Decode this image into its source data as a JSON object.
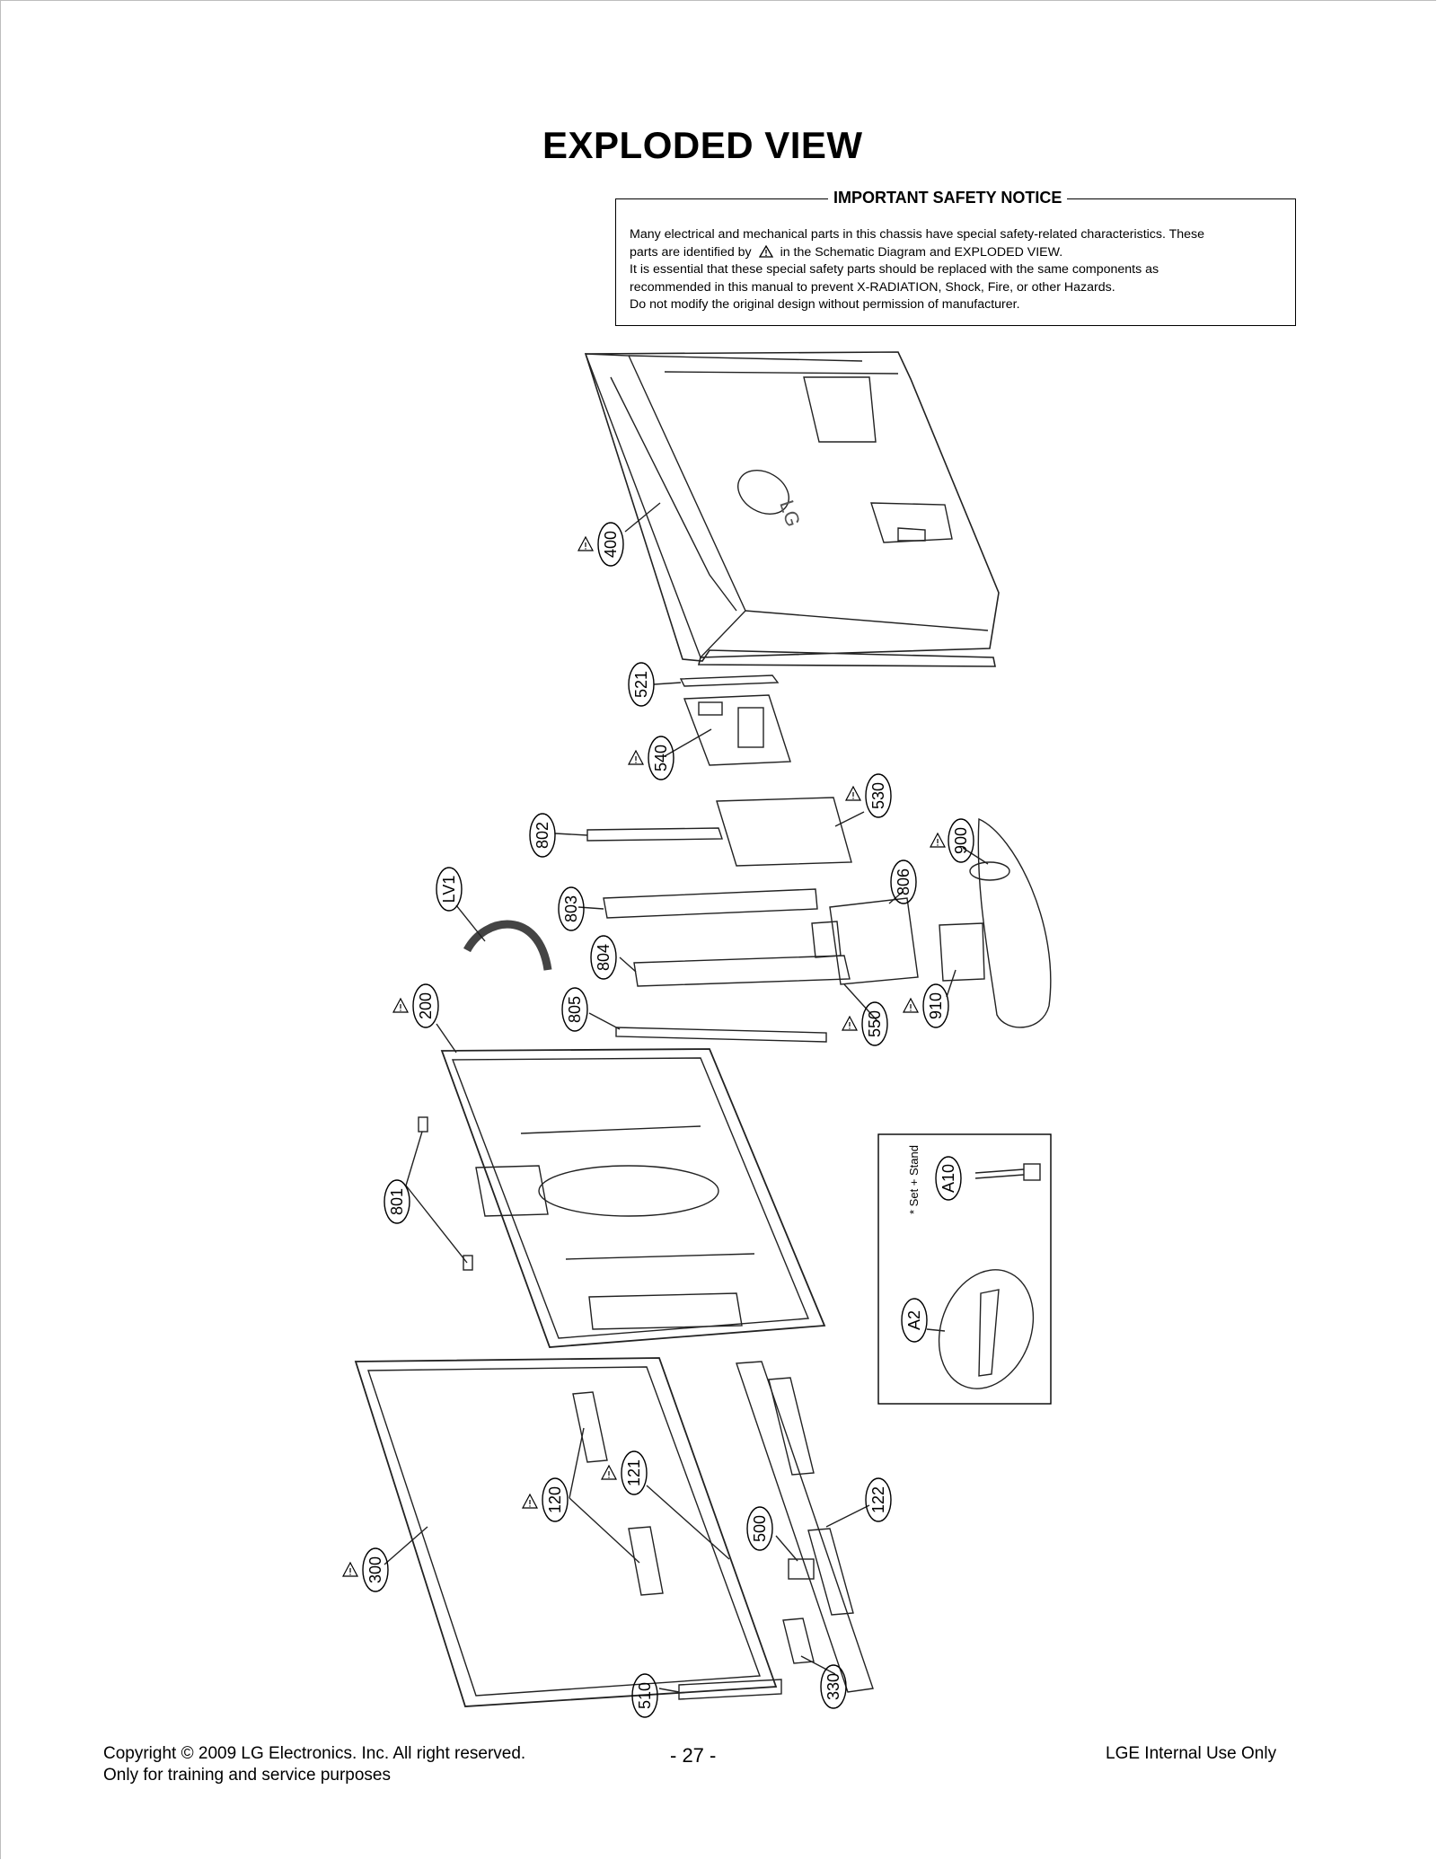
{
  "page": {
    "title": "EXPLODED VIEW",
    "page_number": "- 27 -"
  },
  "safety_notice": {
    "heading": "IMPORTANT SAFETY NOTICE",
    "line1": "Many electrical and mechanical parts in this chassis have special safety-related characteristics. These",
    "line2a": "parts are identified by",
    "line2b": "in the Schematic Diagram and EXPLODED VIEW.",
    "line3": "It is essential that these special safety parts should be replaced with the same components as",
    "line4": "recommended in this manual to prevent X-RADIATION, Shock, Fire, or other Hazards.",
    "line5": "Do not modify the original design without permission of manufacturer."
  },
  "callouts": {
    "c400": "400",
    "c521": "521",
    "c540": "540",
    "c530": "530",
    "c802": "802",
    "c900": "900",
    "c806": "806",
    "c803": "803",
    "cLV1": "LV1",
    "c804": "804",
    "c910": "910",
    "c550": "550",
    "c805": "805",
    "c200": "200",
    "c801": "801",
    "c120": "120",
    "c121": "121",
    "c122": "122",
    "c500": "500",
    "c300": "300",
    "c330": "330",
    "c510": "510",
    "cA10": "A10",
    "cA2": "A2"
  },
  "inset": {
    "note": "* Set + Stand"
  },
  "footer": {
    "copyright": "Copyright © 2009 LG Electronics. Inc. All right reserved.",
    "training": "Only for training and service purposes",
    "internal": "LGE Internal Use Only"
  }
}
